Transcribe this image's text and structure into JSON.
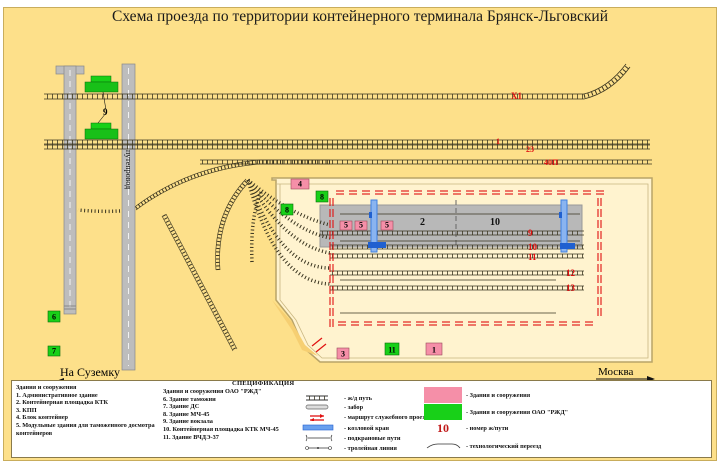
{
  "title": "Схема проезда по территории контейнерного терминала Брянск-Льговский",
  "map": {
    "overpass_label": "путепровод",
    "track_numbers": {
      "x1": "X1",
      "t1": "1",
      "t23": "23",
      "t40": "40П",
      "t9": "9",
      "t10": "10",
      "t11": "11",
      "t12": "12",
      "t13": "13"
    },
    "areas": {
      "area2": "2",
      "area10": "10"
    },
    "buildings": [
      {
        "id": "b1",
        "label": "1",
        "type": "building",
        "color": "#f58fa8"
      },
      {
        "id": "b3",
        "label": "3",
        "type": "building",
        "color": "#f58fa8"
      },
      {
        "id": "b4",
        "label": "4",
        "type": "building",
        "color": "#f58fa8"
      },
      {
        "id": "b5a",
        "label": "5",
        "type": "building",
        "color": "#f58fa8"
      },
      {
        "id": "b5b",
        "label": "5",
        "type": "building",
        "color": "#f58fa8"
      },
      {
        "id": "b5c",
        "label": "5",
        "type": "building",
        "color": "#f58fa8"
      },
      {
        "id": "b6",
        "label": "6",
        "type": "rzd",
        "color": "#18d018"
      },
      {
        "id": "b7",
        "label": "7",
        "type": "rzd",
        "color": "#18d018"
      },
      {
        "id": "b8a",
        "label": "8",
        "type": "rzd",
        "color": "#18d018"
      },
      {
        "id": "b8b",
        "label": "8",
        "type": "rzd",
        "color": "#18d018"
      },
      {
        "id": "b11",
        "label": "11",
        "type": "rzd",
        "color": "#18d018"
      }
    ],
    "station_label": "9",
    "direction_left": "На Суземку",
    "direction_right": "Москва"
  },
  "legend": {
    "col1_heading": "Здания и сооружения",
    "col1_items": [
      "1. Административное здание",
      "2. Контейнерная площадка КТК",
      "3. КПП",
      "4. Блок контейнер",
      "5. Модульные здания для таможенного досмотра",
      "контейнеров"
    ],
    "spec_title": "СПЕЦИФИКАЦИЯ",
    "col2_heading": "Здания и сооружения ОАО \"РЖД\"",
    "col2_items": [
      "6. Здание таможни",
      "7. Здание ДС",
      "8. Здание МЧ-45",
      "9. Здание вокзала",
      "10. Контейнерная площадка КТК МЧ-45",
      "11. Здание ВЧДЭ-37"
    ],
    "symbols": [
      {
        "icon": "railway-track-icon",
        "label": "- ж/д путь"
      },
      {
        "icon": "fence-icon",
        "label": "- забор"
      },
      {
        "icon": "service-route-arrows-icon",
        "label": "- маршрут служебного проезда"
      },
      {
        "icon": "gantry-crane-icon",
        "label": "- козловой кран"
      },
      {
        "icon": "crane-rail-icon",
        "label": "- подкрановые пути"
      },
      {
        "icon": "trolley-line-icon",
        "label": "- тролейная линия"
      }
    ],
    "swatches": [
      {
        "icon": "pink-swatch",
        "color": "#f58fa8",
        "label": "- Здания и сооружения"
      },
      {
        "icon": "green-swatch",
        "color": "#18d018",
        "label": "- Здания и сооружения ОАО \"РЖД\""
      },
      {
        "icon": "track-number-sample",
        "sample": "10",
        "label": "- номер ж/пути"
      },
      {
        "icon": "crossing-icon",
        "label": "- технологический переезд"
      }
    ]
  },
  "colors": {
    "background": "#fde08a",
    "terminal": "#fff3cf",
    "route_red": "#e01010",
    "crane_blue": "#3f7fe0",
    "road_grey": "#bdbdbd"
  }
}
